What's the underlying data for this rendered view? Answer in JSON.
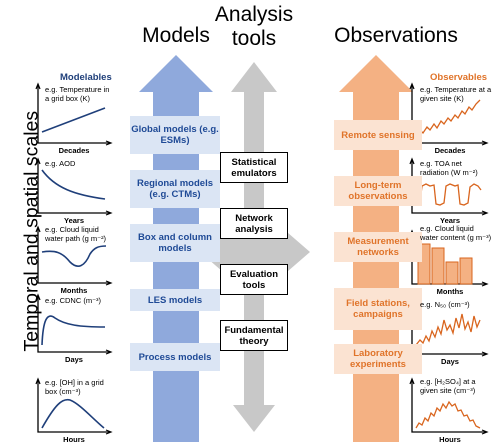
{
  "headings": {
    "models": "Models",
    "analysis_line1": "Analysis",
    "analysis_line2": "tools",
    "observations": "Observations"
  },
  "side_label": "Temporal and spatial scales",
  "modelables": {
    "title": "Modelables",
    "title_color": "#1f3f7a",
    "panels": [
      {
        "label": "e.g. Temperature in a grid box (K)",
        "tick": "Decades"
      },
      {
        "label": "e.g. AOD",
        "tick": "Years"
      },
      {
        "label": "e.g. Cloud liquid water path (g m⁻²)",
        "tick": "Months"
      },
      {
        "label": "e.g. CDNC (m⁻³)",
        "tick": "Days"
      },
      {
        "label": "e.g. [OH] in a grid box (cm⁻³)",
        "tick": "Hours"
      }
    ]
  },
  "models": [
    "Global models (e.g. ESMs)",
    "Regional models (e.g. CTMs)",
    "Box and column models",
    "LES models",
    "Process models"
  ],
  "tools": [
    "Statistical emulators",
    "Network analysis",
    "Evaluation tools",
    "Fundamental theory"
  ],
  "observations": [
    "Remote sensing",
    "Long-term observations",
    "Measurement networks",
    "Field stations, campaigns",
    "Laboratory experiments"
  ],
  "observables": {
    "title": "Observables",
    "title_color": "#e0742a",
    "panels": [
      {
        "label": "e.g. Temperature at a given site (K)",
        "tick": "Decades"
      },
      {
        "label": "e.g. TOA net radiation (W m⁻²)",
        "tick": "Years"
      },
      {
        "label": "e.g. Cloud liquid water content (g m⁻³)",
        "tick": "Months"
      },
      {
        "label": "e.g. N₅₀ (cm⁻³)",
        "tick": "Days"
      },
      {
        "label": "e.g. [H₂SO₄] at a given site (cm⁻³)",
        "tick": "Hours"
      }
    ]
  },
  "colors": {
    "models_arrow": "#8fa9dc",
    "tools_arrow": "#c8c8c8",
    "obs_arrow": "#f4b183",
    "model_curve": "#1f3f7a",
    "obs_curve": "#d9651e"
  }
}
